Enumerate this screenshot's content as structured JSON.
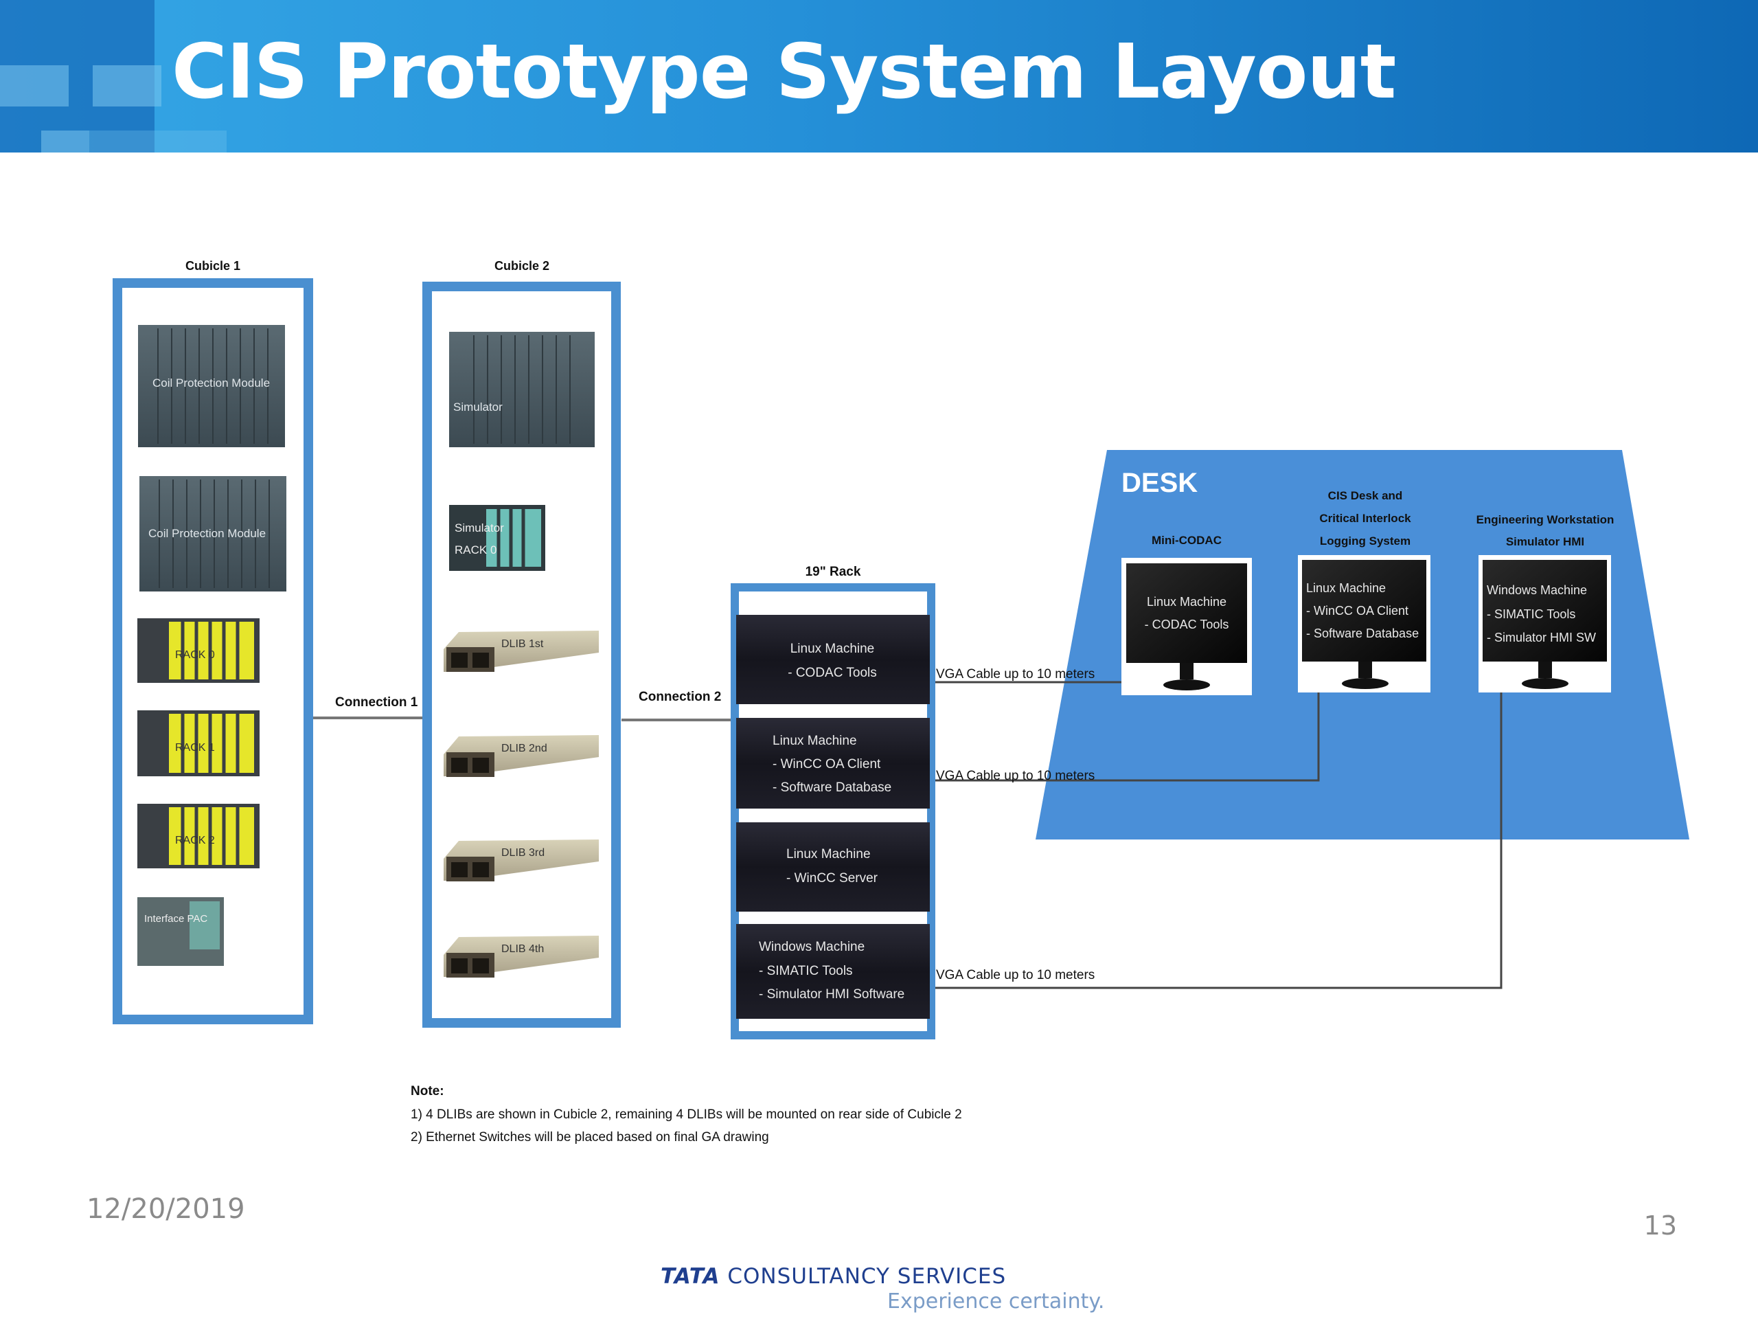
{
  "title": "CIS Prototype System Layout",
  "cubicle1": {
    "label": "Cubicle 1",
    "modules": [
      "Coil Protection Module",
      "Coil Protection Module"
    ],
    "racks": [
      "RACK 0",
      "RACK 1",
      "RACK 2"
    ],
    "interface": "Interface PAC"
  },
  "cubicle2": {
    "label": "Cubicle 2",
    "simulator": "Simulator",
    "simulator_rack": "Simulator RACK 0",
    "dlibs": [
      "DLIB 1st",
      "DLIB 2nd",
      "DLIB 3rd",
      "DLIB 4th"
    ]
  },
  "connections": {
    "c1": "Connection 1",
    "c2": "Connection 2"
  },
  "rack19": {
    "label": "19\" Rack",
    "units": [
      [
        "Linux Machine",
        "- CODAC Tools"
      ],
      [
        "Linux Machine",
        "-   WinCC OA Client",
        "-   Software Database"
      ],
      [
        "Linux Machine",
        "-   WinCC Server"
      ],
      [
        "Windows Machine",
        "-   SIMATIC Tools",
        "-   Simulator HMI Software"
      ]
    ]
  },
  "cables": [
    "VGA Cable up to 10 meters",
    "VGA Cable up to 10 meters",
    "VGA Cable up to 10 meters"
  ],
  "desk": {
    "label": "DESK",
    "stations": [
      {
        "title": [
          "Mini-CODAC"
        ],
        "screen": [
          "Linux Machine",
          "- CODAC Tools"
        ]
      },
      {
        "title": [
          "CIS Desk and",
          "Critical Interlock",
          "Logging System"
        ],
        "screen": [
          "Linux Machine",
          "-   WinCC OA Client",
          "-   Software Database"
        ]
      },
      {
        "title": [
          "Engineering Workstation",
          "Simulator HMI"
        ],
        "screen": [
          "Windows Machine",
          "-   SIMATIC Tools",
          "-   Simulator HMI SW"
        ]
      }
    ]
  },
  "note": {
    "heading": "Note:",
    "lines": [
      "1)  4 DLIBs are shown in Cubicle 2, remaining 4 DLIBs will be mounted on rear side of Cubicle 2",
      "2)  Ethernet Switches will be placed based on final GA drawing"
    ]
  },
  "date": "12/20/2019",
  "page_number": "13",
  "footer": {
    "brand_bold": "TATA",
    "brand_rest": "CONSULTANCY SERVICES",
    "tagline": "Experience certainty."
  },
  "colors": {
    "header_blue": "#2590d8",
    "frame_blue": "#4a8fd0",
    "desk_blue": "#4a8fd8",
    "rack_yellow": "#e6e62a"
  }
}
